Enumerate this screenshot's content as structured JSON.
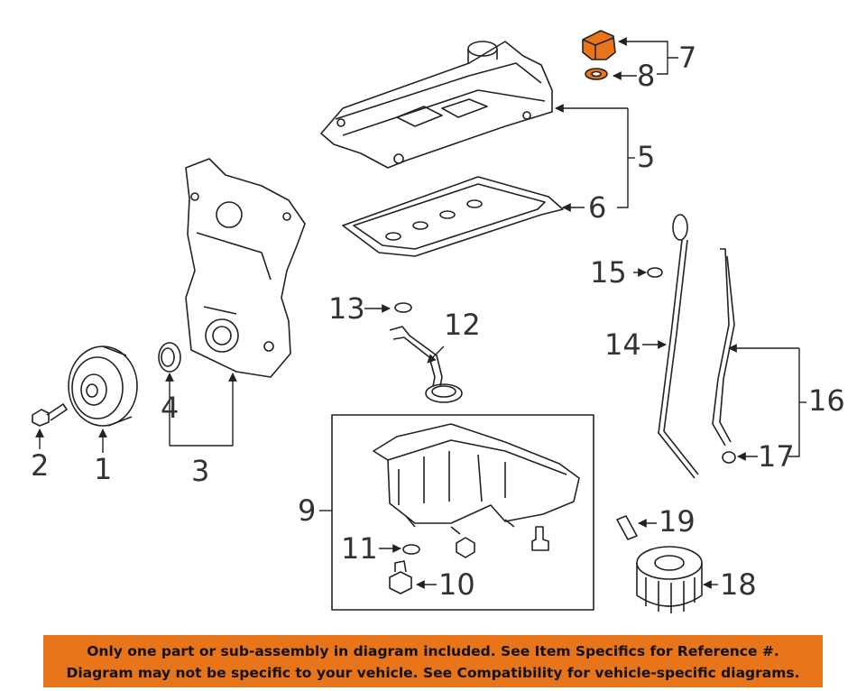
{
  "callouts": {
    "c1": "1",
    "c2": "2",
    "c3": "3",
    "c4": "4",
    "c5": "5",
    "c6": "6",
    "c7": "7",
    "c8": "8",
    "c9": "9",
    "c10": "10",
    "c11": "11",
    "c12": "12",
    "c13": "13",
    "c14": "14",
    "c15": "15",
    "c16": "16",
    "c17": "17",
    "c18": "18",
    "c19": "19"
  },
  "highlight_color": "#e8751a",
  "banner": {
    "line1": "Only one part or sub-assembly in diagram included. See Item Specifics for Reference #.",
    "line2": "Diagram may not be specific to your vehicle. See Compatibility for vehicle-specific diagrams."
  }
}
